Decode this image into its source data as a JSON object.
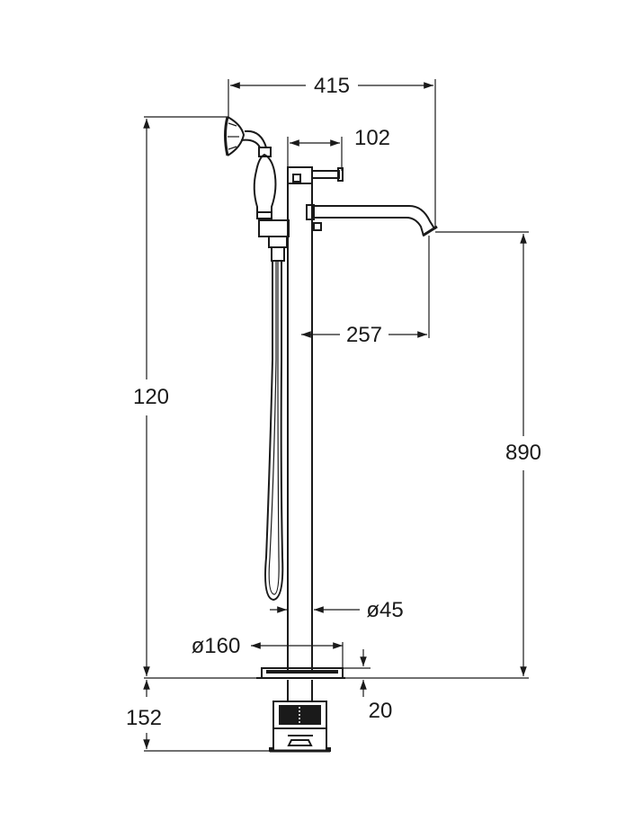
{
  "dimensions": {
    "width_total": "415",
    "handle_offset": "102",
    "spout_reach": "257",
    "height_total": "120",
    "spout_height": "890",
    "pipe_diameter": "ø45",
    "base_diameter": "ø160",
    "base_thickness": "20",
    "below_floor": "152"
  },
  "colors": {
    "line": "#1a1a1a",
    "background": "#ffffff"
  }
}
